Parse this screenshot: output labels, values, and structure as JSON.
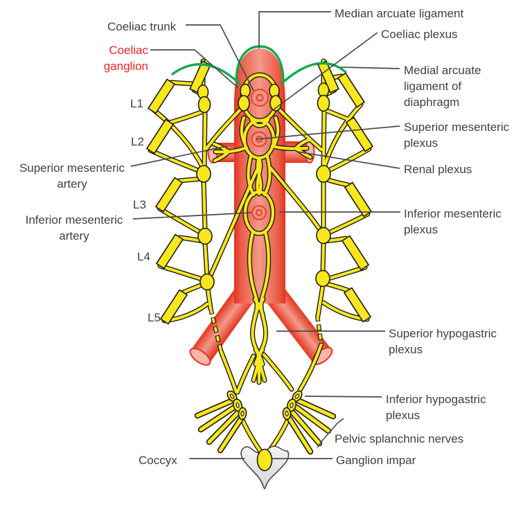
{
  "labels": {
    "median_arcuate_ligament": "Median arcuate ligament",
    "coeliac_trunk": "Coeliac trunk",
    "coeliac_plexus": "Coeliac plexus",
    "coeliac_ganglion": "Coeliac\nganglion",
    "medial_arcuate_ligament_of_diaphragm": "Medial arcuate\nligament of\ndiaphragm",
    "superior_mesenteric_plexus": "Superior mesenteric\nplexus",
    "renal_plexus": "Renal plexus",
    "inferior_mesenteric_plexus": "Inferior mesenteric\nplexus",
    "superior_mesenteric_artery": "Superior mesenteric\nartery",
    "inferior_mesenteric_artery": "Inferior mesenteric\nartery",
    "superior_hypogastric_plexus": "Superior hypogastric\nplexus",
    "inferior_hypogastric_plexus": "Inferior hypogastric\nplexus",
    "pelvic_splanchnic_nerves": "Pelvic splanchnic nerves",
    "ganglion_impar": "Ganglion impar",
    "coccyx": "Coccyx"
  },
  "vertebral_levels": [
    "L1",
    "L2",
    "L3",
    "L4",
    "L5"
  ],
  "colors": {
    "artery_red": "#e23320",
    "artery_mid": "#ea5c46",
    "artery_light": "#f29a8a",
    "artery_cut_face": "#f8b7a9",
    "nerve_yellow": "#f8e71c",
    "outline_black": "#1a1a1a",
    "ligament_green": "#13a84d",
    "label_red": "#e82528",
    "text_gray": "#3f3f3f",
    "leader_gray": "#4a4a4a",
    "coccyx_gray": "#e9e9e9"
  }
}
